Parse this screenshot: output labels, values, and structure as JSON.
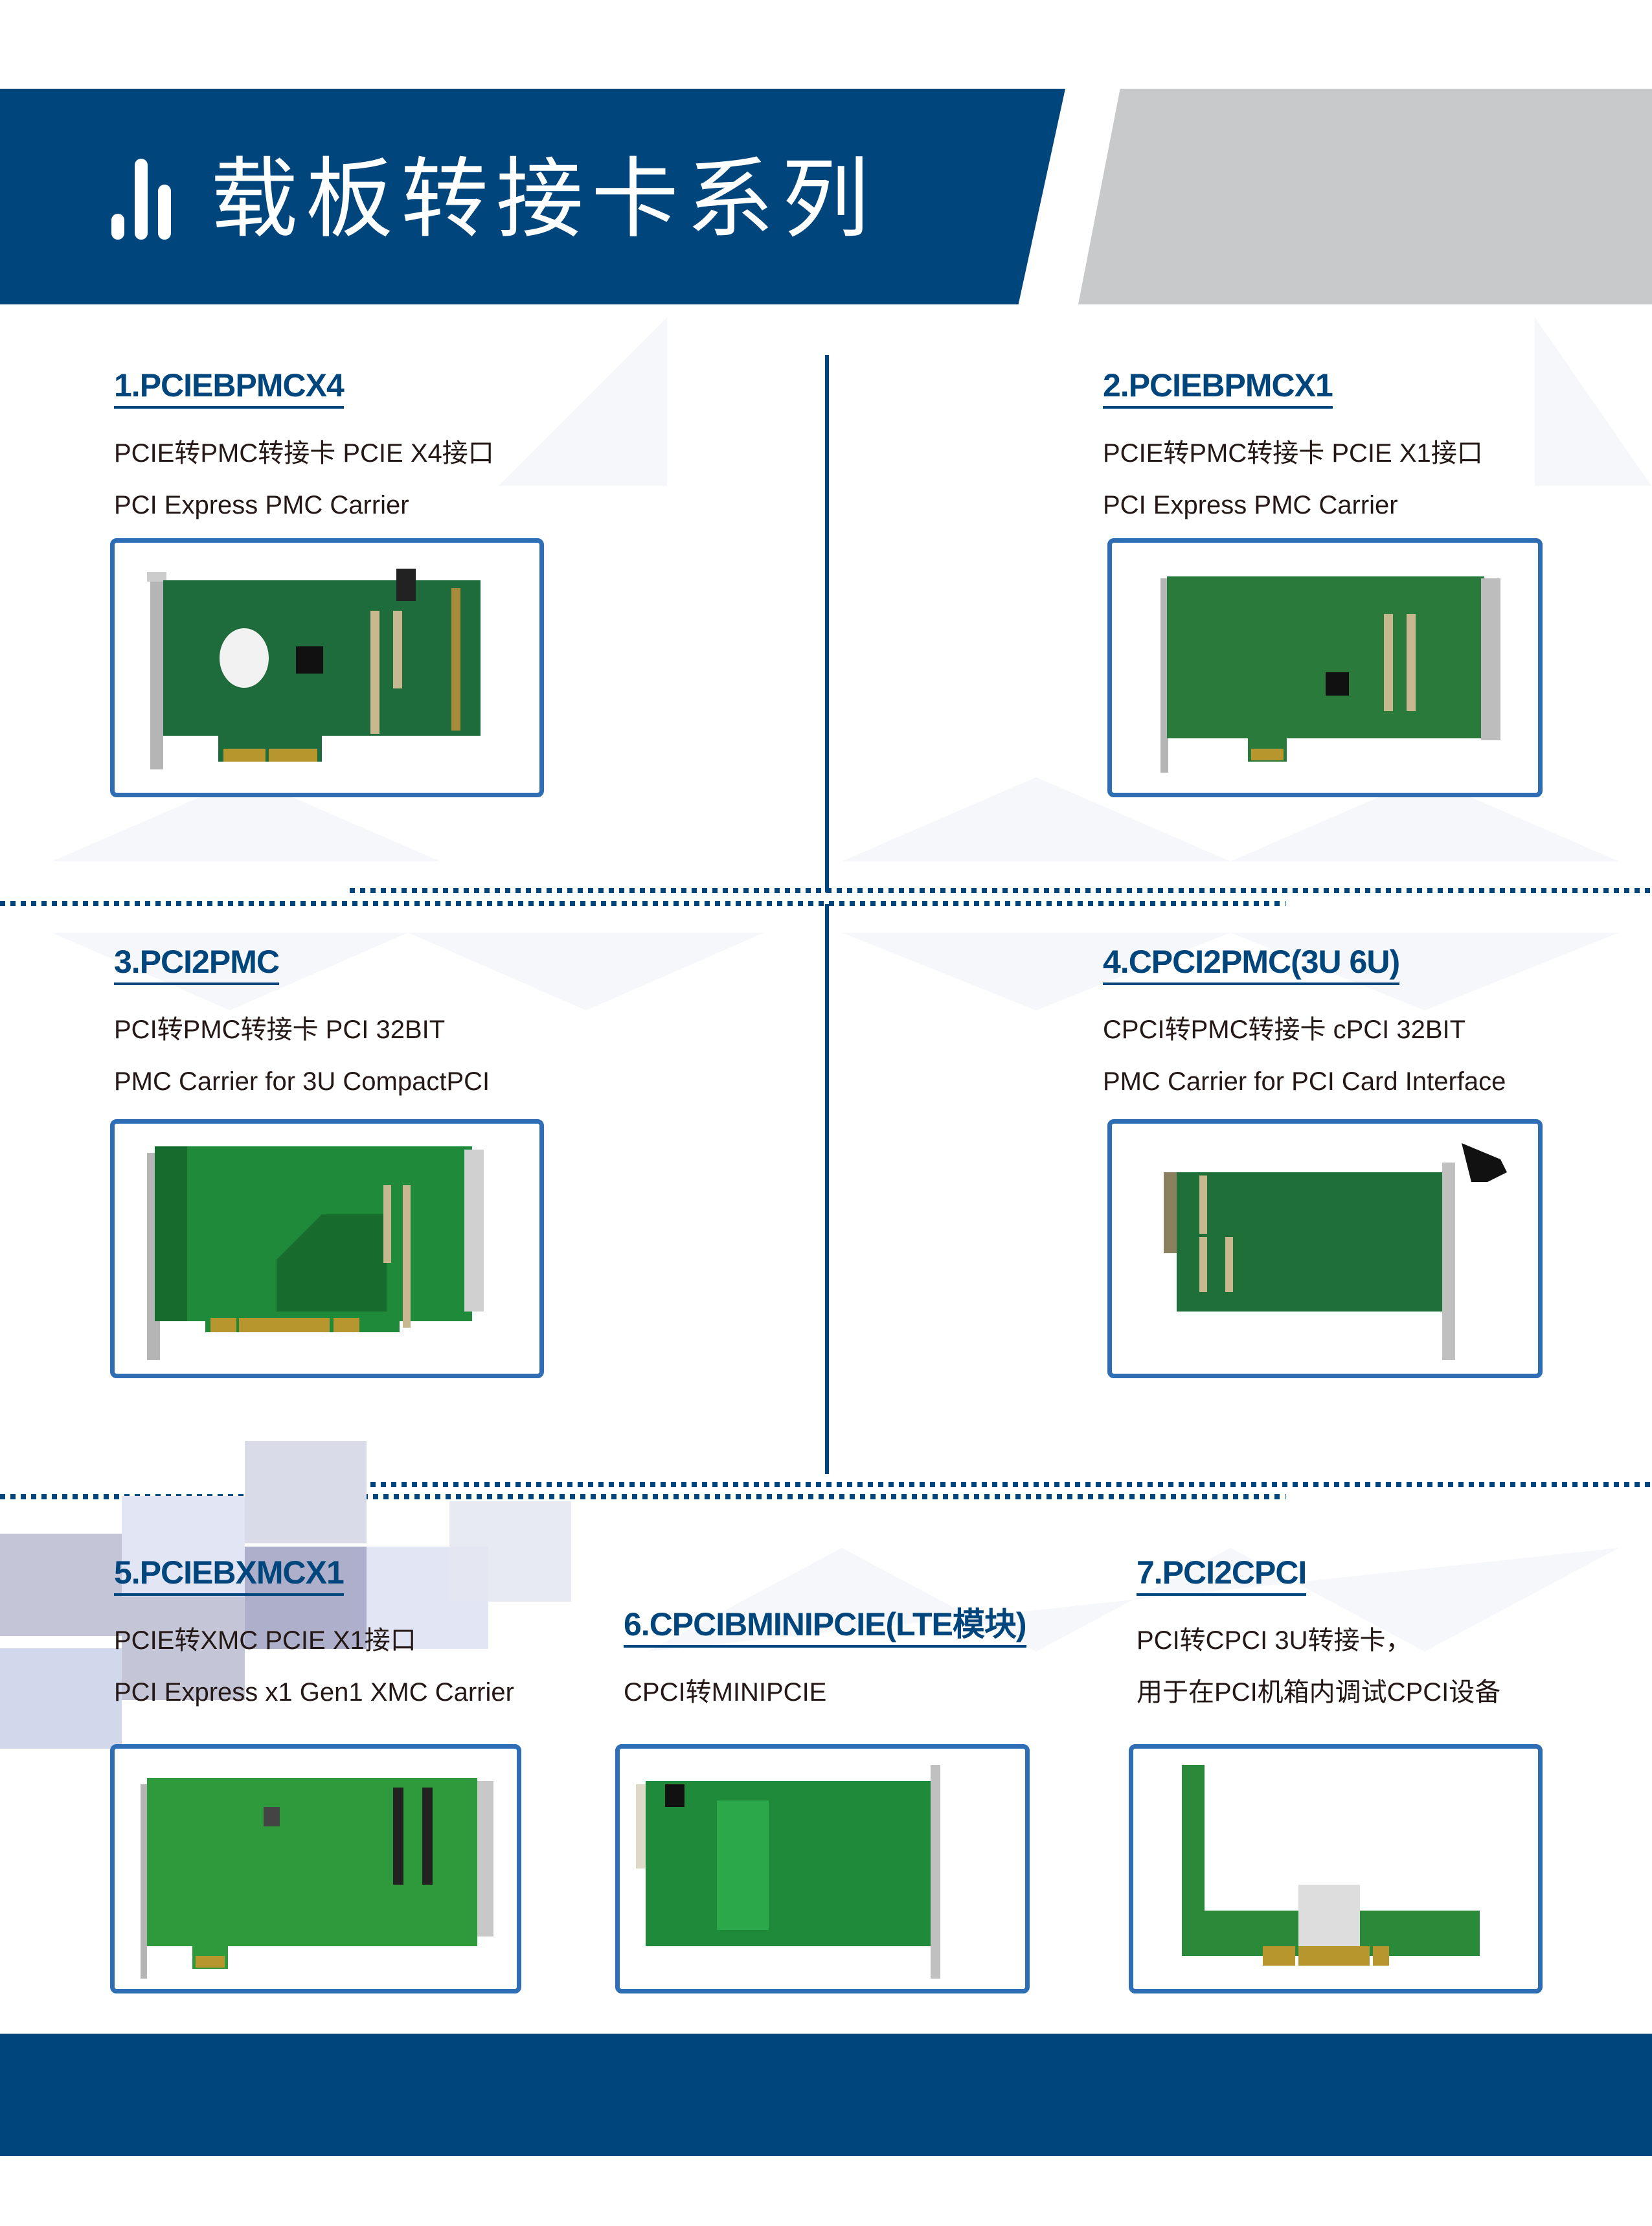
{
  "header": {
    "title": "载板转接卡系列",
    "logo_icon": "bar-chart-icon",
    "colors": {
      "primary": "#00457c",
      "gray": "#c8c9cb",
      "frame": "#2f6db5"
    }
  },
  "products": [
    {
      "title": "1.PCIEBPMCX4",
      "line1": "PCIE转PMC转接卡  PCIE X4接口",
      "line2": "PCI Express PMC Carrier",
      "image": "pcie-x4-pmc-carrier-board-photo"
    },
    {
      "title": "2.PCIEBPMCX1",
      "line1": "PCIE转PMC转接卡  PCIE X1接口",
      "line2": "PCI Express PMC Carrier",
      "image": "pcie-x1-pmc-carrier-board-photo"
    },
    {
      "title": "3.PCI2PMC",
      "line1": "PCI转PMC转接卡  PCI 32BIT",
      "line2": "PMC Carrier for 3U CompactPCI",
      "image": "pci-pmc-carrier-board-photo"
    },
    {
      "title": "4.CPCI2PMC(3U 6U)",
      "line1": "CPCI转PMC转接卡  cPCI 32BIT",
      "line2": "PMC Carrier for PCI Card Interface",
      "image": "cpci-pmc-carrier-board-photo"
    },
    {
      "title": "5.PCIEBXMCX1",
      "line1": "PCIE转XMC PCIE X1接口",
      "line2": "PCI Express x1 Gen1 XMC Carrier",
      "image": "pcie-xmc-carrier-board-photo"
    },
    {
      "title": "6.CPCIBMINIPCIE(LTE模块)",
      "line1": "CPCI转MINIPCIE",
      "image": "cpci-minipcie-lte-board-photo"
    },
    {
      "title": "7.PCI2CPCI",
      "line1": "PCI转CPCI 3U转接卡，",
      "line2": "用于在PCI机箱内调试CPCI设备",
      "image": "pci-cpci-adapter-board-photo"
    }
  ]
}
